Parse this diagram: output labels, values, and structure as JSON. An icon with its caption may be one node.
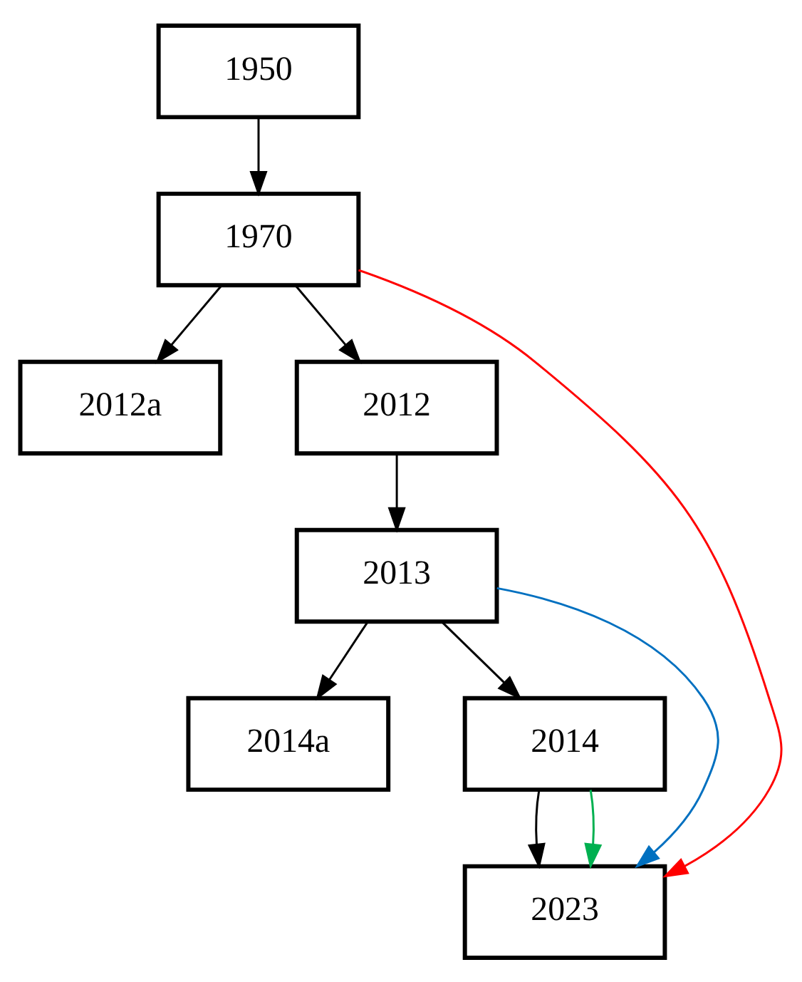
{
  "diagram": {
    "nodes": [
      {
        "text": [
          "1950"
        ]
      },
      {
        "text": [
          "1970"
        ]
      },
      {
        "text": [
          "2012a"
        ]
      },
      {
        "text": [
          "2012"
        ]
      },
      {
        "text": [
          "2013"
        ]
      },
      {
        "text": [
          "2014a"
        ]
      },
      {
        "text": [
          "2014"
        ]
      },
      {
        "text": [
          "2023"
        ]
      }
    ],
    "edges": [
      {
        "from": 0,
        "to": 1,
        "arrow": "to"
      },
      {
        "from": 1,
        "to": 2,
        "arrow": "to"
      },
      {
        "from": 1,
        "to": 3,
        "arrow": "to"
      },
      {
        "from": 3,
        "to": 4,
        "arrow": "to"
      },
      {
        "from": 4,
        "to": 5,
        "arrow": "to"
      },
      {
        "from": 4,
        "to": 6,
        "arrow": "to"
      },
      {
        "from": 6,
        "to": 7,
        "arrow": "to"
      },
      {
        "from": 1,
        "to": 7,
        "arrow": "to",
        "color": "#ff0000"
      },
      {
        "from": 4,
        "to": 7,
        "arrow": "to",
        "color": "#0070c0"
      },
      {
        "from": 6,
        "to": 7,
        "arrow": "to",
        "color": "#00b050"
      }
    ]
  }
}
